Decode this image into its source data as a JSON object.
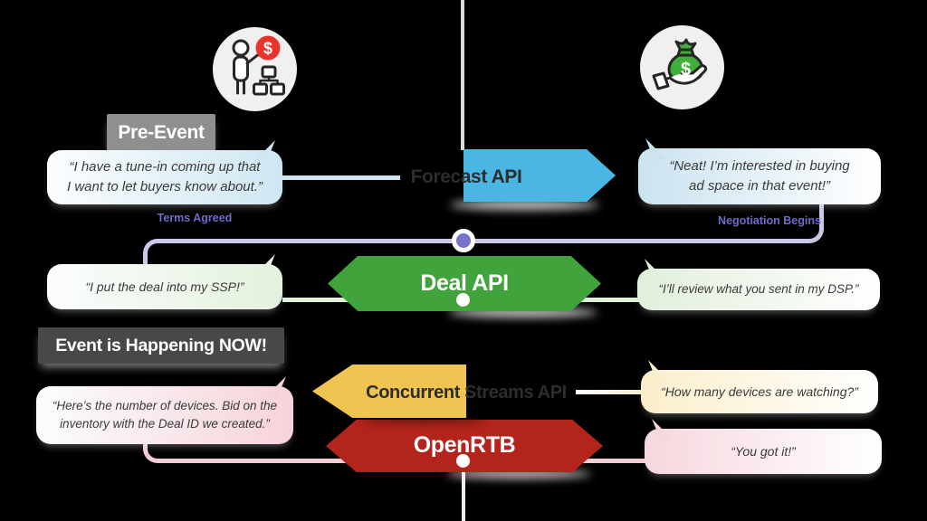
{
  "participants": {
    "seller": {
      "icon": "person-presenting-dollar-org-chart",
      "badge": "$"
    },
    "buyer": {
      "icon": "hand-holding-money-bag",
      "badge": "$"
    }
  },
  "phases": {
    "pre_event": "Pre-Event",
    "live_event": "Event is Happening NOW!"
  },
  "milestones": {
    "terms_agreed": "Terms Agreed",
    "negotiation_begins": "Negotiation Begins"
  },
  "apis": {
    "forecast": {
      "label": "Forecast API",
      "color": "#49b6e3"
    },
    "deal": {
      "label": "Deal API",
      "color": "#41a33b"
    },
    "concurrent_streams": {
      "label": "Concurrent Streams API",
      "color": "#f0c450"
    },
    "openrtb": {
      "label": "OpenRTB",
      "color": "#b2241c"
    }
  },
  "bubbles": {
    "left": [
      {
        "text": "“I have a tune-in coming up that\nI want to let buyers know about.”",
        "tint": "#cfe7f2"
      },
      {
        "text": "“I put the deal into my SSP!”",
        "tint": "#e4f1dd"
      },
      {
        "text": "“Here’s the number of devices. Bid on the\ninventory with the Deal ID we created.”",
        "tint": "#f7d3d9"
      }
    ],
    "right": [
      {
        "text": "“Neat! I’m interested in buying\nad space in that event!”",
        "tint": "#cbe3f0"
      },
      {
        "text": "“I’ll review what you sent in my DSP.”",
        "tint": "#e2efdc"
      },
      {
        "text": "“How many devices are watching?”",
        "tint": "#fbeecb"
      },
      {
        "text": "“You got it!”",
        "tint": "#f6d7de"
      }
    ]
  },
  "colors": {
    "accent_purple": "#6e6ace",
    "dot_purple": "#7673cb",
    "line_blue": "#cfe4f0",
    "line_lavender": "#c9c8e6",
    "line_green": "#e0efd8",
    "line_cream": "#f5e9cb",
    "line_pink": "#f5ccd6",
    "timeline": "#dcdcdc",
    "phase_box_gray": "#8f8f8f",
    "phase_box_dark": "#484848"
  }
}
